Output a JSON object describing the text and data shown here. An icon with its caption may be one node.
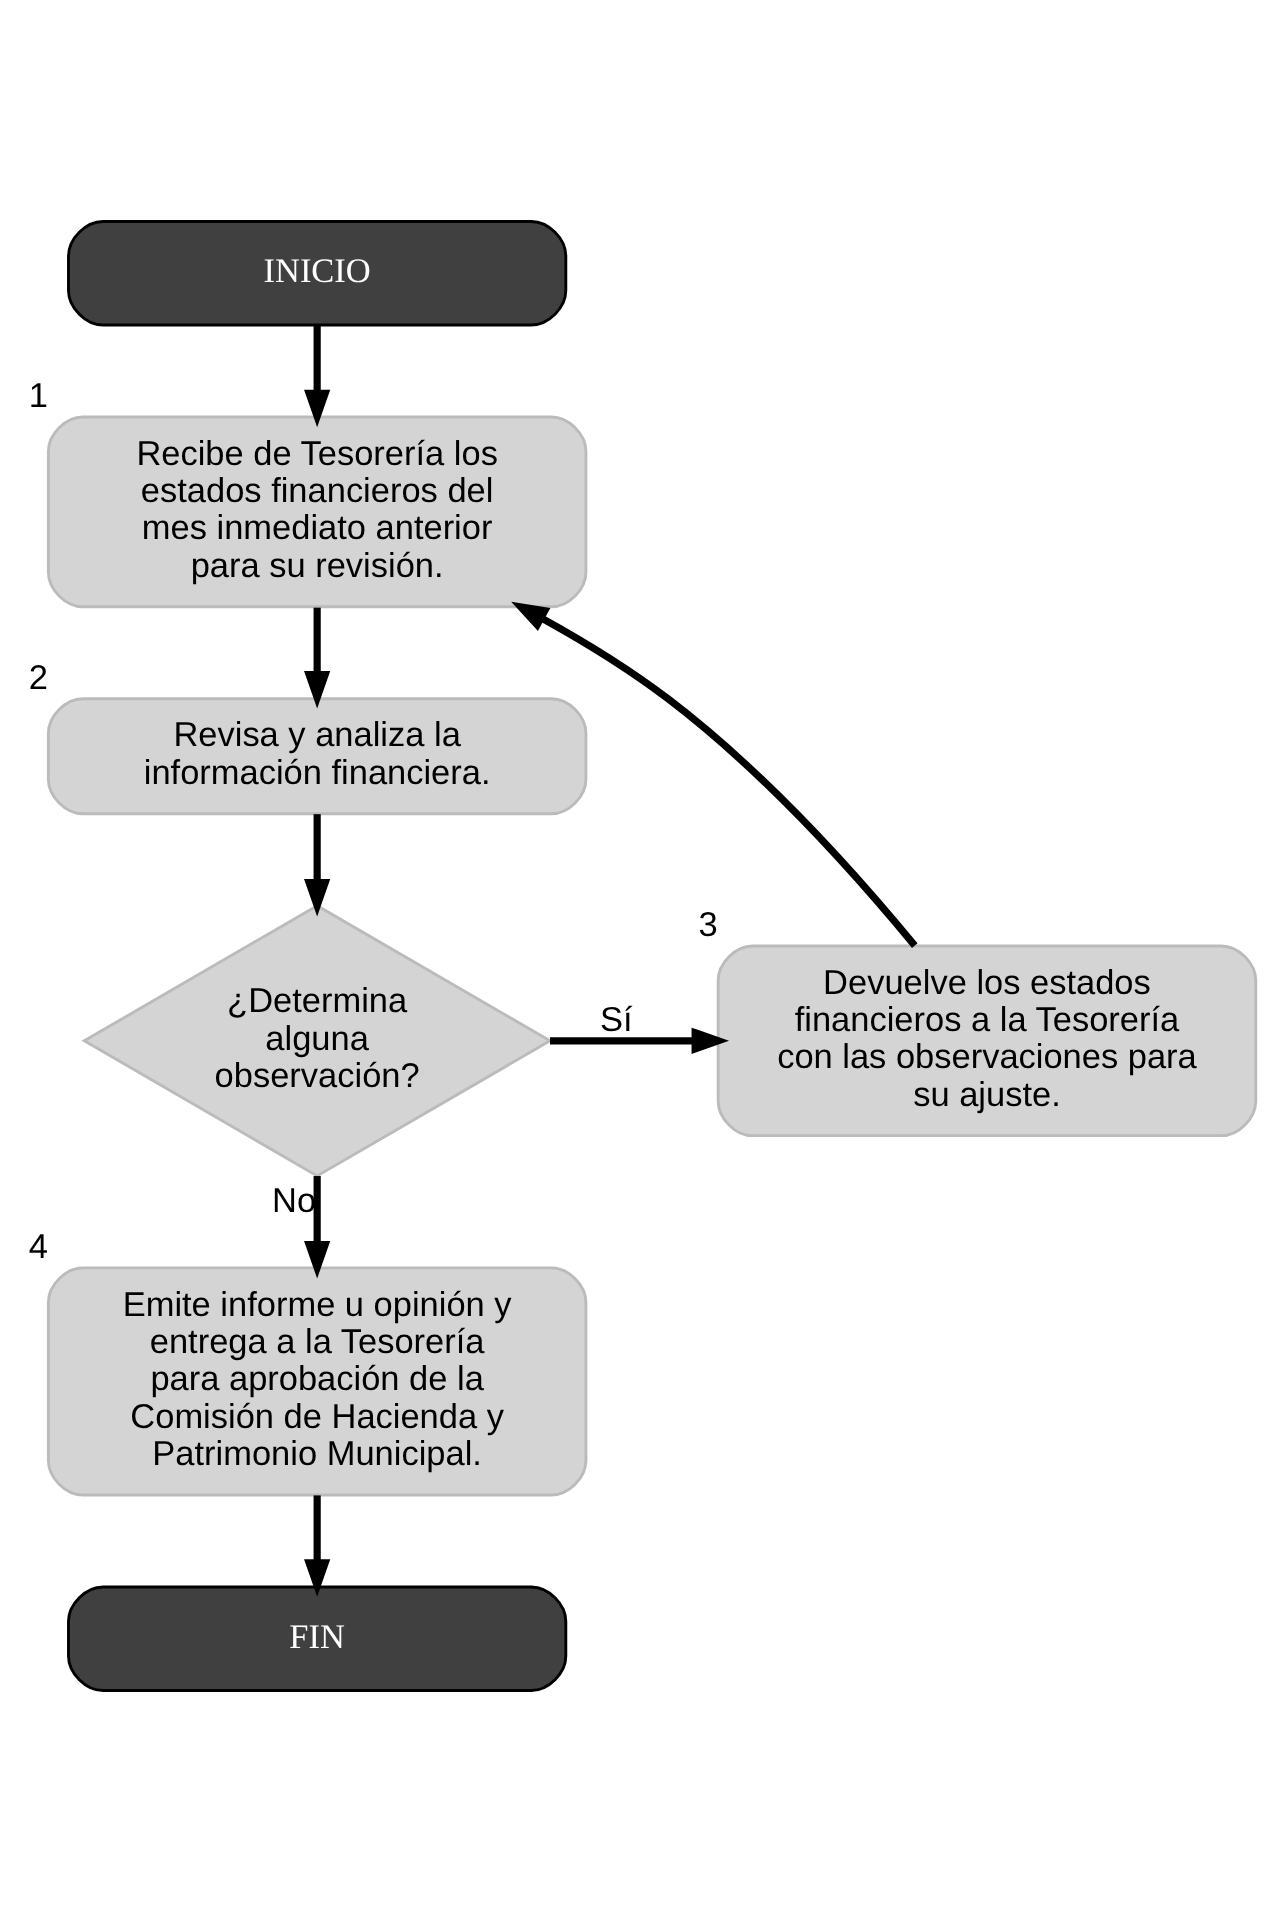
{
  "diagram": {
    "nodes": [
      {
        "text": [
          "INICIO"
        ]
      },
      {
        "text": [
          "Recibe de Tesorería los estados financieros del mes inmediato anterior para su revisión."
        ],
        "beside": [
          "1"
        ]
      },
      {
        "text": [
          "Revisa y analiza la información financiera."
        ],
        "beside": [
          "2"
        ]
      },
      {
        "text": [
          "¿Determina alguna observación?"
        ]
      },
      {
        "text": [
          "Devuelve los estados financieros a la Tesorería con las observaciones para su ajuste."
        ],
        "beside": [
          "3"
        ]
      },
      {
        "text": [
          "Emite informe u opinión y entrega a la Tesorería para aprobación de la Comisión de Hacienda y Patrimonio Municipal."
        ],
        "beside": [
          "4"
        ]
      },
      {
        "text": [
          "FIN"
        ]
      }
    ],
    "edges": [
      {
        "from": 0,
        "to": 1,
        "arrow": "to"
      },
      {
        "from": 1,
        "to": 2,
        "arrow": "to"
      },
      {
        "from": 2,
        "to": 3,
        "arrow": "to"
      },
      {
        "from": 3,
        "to": 4,
        "arrow": "to",
        "label": "Sí"
      },
      {
        "from": 4,
        "to": 1,
        "arrow": "to"
      },
      {
        "from": 3,
        "to": 5,
        "arrow": "to",
        "label": "No"
      },
      {
        "from": 5,
        "to": 6,
        "arrow": "to"
      }
    ]
  }
}
